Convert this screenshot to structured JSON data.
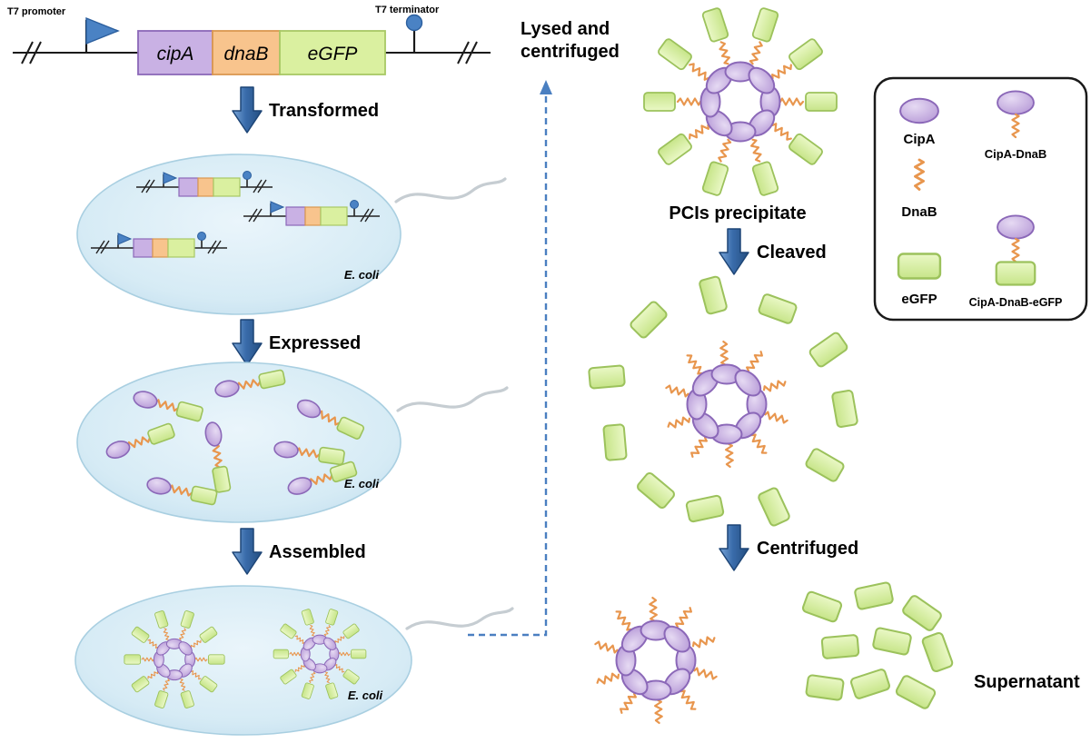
{
  "construct": {
    "promoter": "T7 promoter",
    "terminator": "T7 terminator",
    "genes": [
      "cipA",
      "dnaB",
      "eGFP"
    ]
  },
  "steps": {
    "transformed": "Transformed",
    "expressed": "Expressed",
    "assembled": "Assembled",
    "lysed_line1": "Lysed and",
    "lysed_line2": "centrifuged",
    "precipitate": "PCIs precipitate",
    "cleaved": "Cleaved",
    "centrifuged": "Centrifuged",
    "supernatant": "Supernatant"
  },
  "cell_label": "E. coli",
  "legend": {
    "cipa": "CipA",
    "dnab": "DnaB",
    "egfp": "eGFP",
    "cipa_dnab": "CipA-DnaB",
    "cipa_dnab_egfp": "CipA-DnaB-eGFP"
  },
  "colors": {
    "cipa_purple": "#c3a8df",
    "dnab_orange": "#e8964e",
    "egfp_green": "#d6efa3",
    "promoter_blue": "#4a82c4",
    "arrow_blue": "#33659f",
    "cell_blue": "#d3e9f4"
  }
}
